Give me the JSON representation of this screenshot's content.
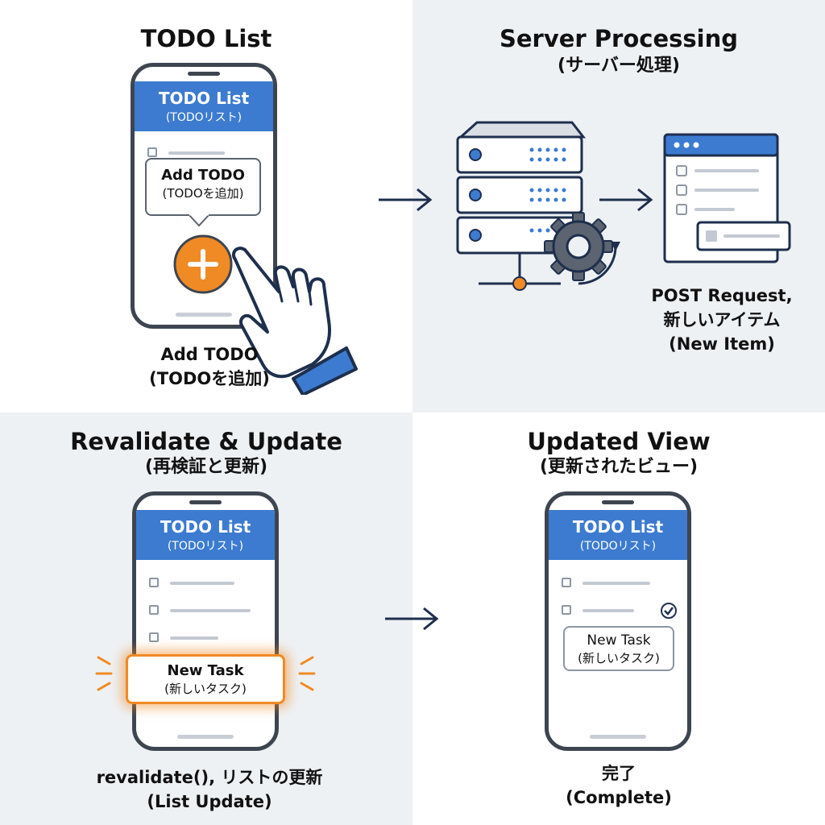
{
  "q1": {
    "title": "TODO List",
    "app_title": "TODO List",
    "app_subtitle": "(TODOリスト)",
    "bubble_line1": "Add TODO",
    "bubble_line2": "(TODOを追加)",
    "caption_line1": "Add TODO",
    "caption_line2": "(TODOを追加)"
  },
  "q2": {
    "title": "Server Processing",
    "subtitle": "(サーバー処理)",
    "caption_line1": "POST Request,",
    "caption_line2": "新しいアイテム",
    "caption_line3": "(New Item)"
  },
  "q3": {
    "title": "Revalidate & Update",
    "subtitle": "(再検証と更新)",
    "app_title": "TODO List",
    "app_subtitle": "(TODOリスト)",
    "new_task_line1": "New Task",
    "new_task_line2": "(新しいタスク)",
    "caption_line1": "revalidate(), リストの更新",
    "caption_line2": "(List Update)"
  },
  "q4": {
    "title": "Updated View",
    "subtitle": "(更新されたビュー)",
    "app_title": "TODO List",
    "app_subtitle": "(TODOリスト)",
    "new_task_line1": "New Task",
    "new_task_line2": "(新しいタスク)",
    "caption_line1": "完了",
    "caption_line2": "(Complete)"
  },
  "colors": {
    "primary": "#3c7bd0",
    "accent": "#f08a24",
    "dark": "#3d4550",
    "line": "#1e2f4d"
  },
  "icons": [
    "plus-icon",
    "hand-pointer-icon",
    "server-icon",
    "gear-icon",
    "arrow-right-icon",
    "checkmark-icon",
    "glow-rays-icon"
  ]
}
